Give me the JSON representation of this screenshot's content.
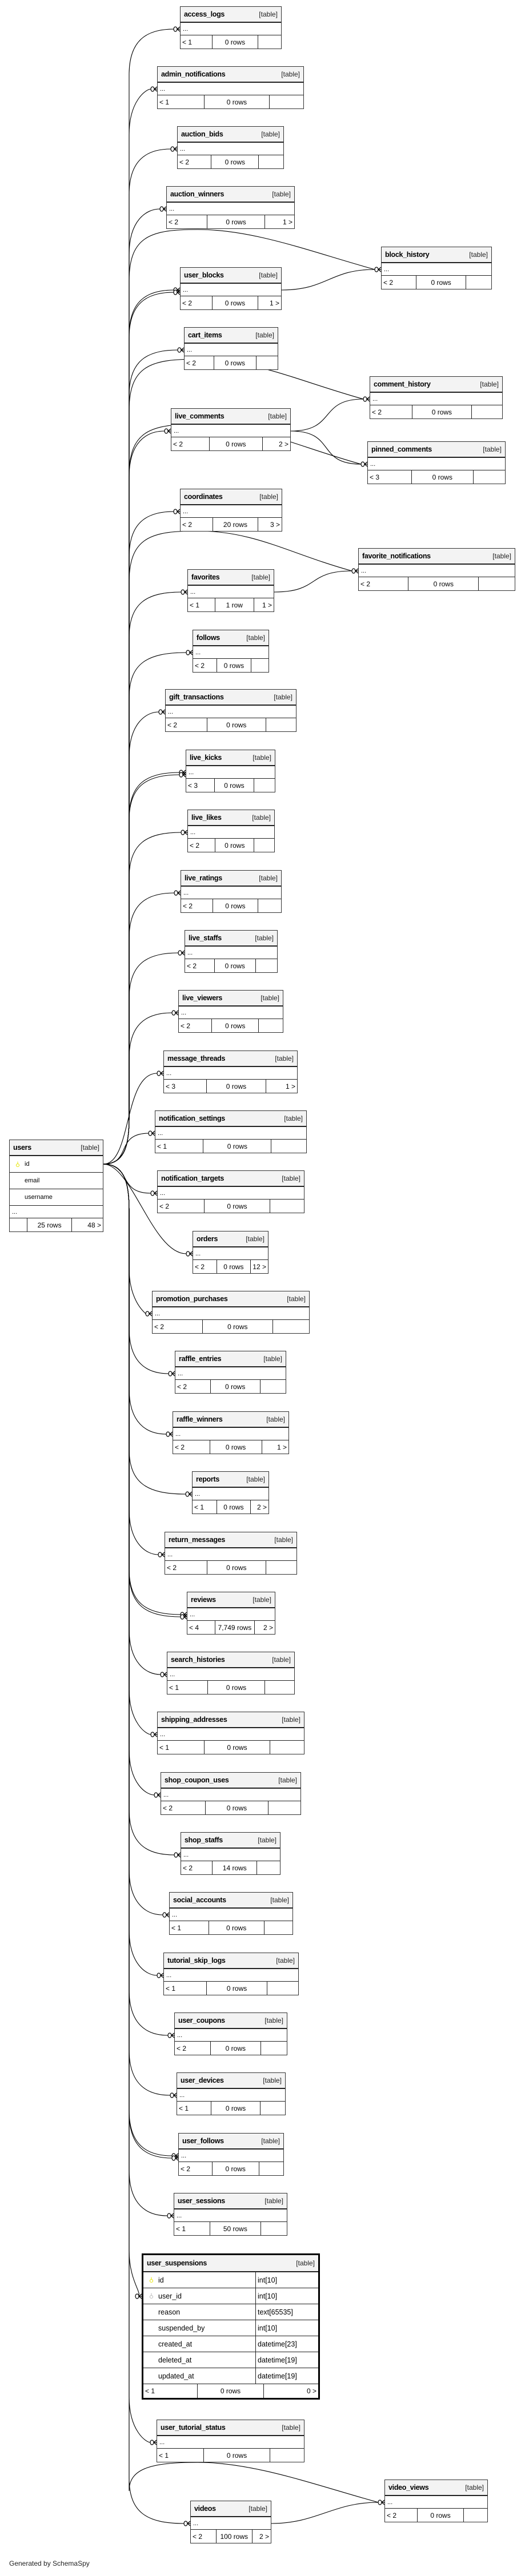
{
  "type_label": "[table]",
  "ellipsis": "...",
  "users": {
    "name": "users",
    "columns": [
      {
        "name": "id",
        "key": "primary"
      },
      {
        "name": "email",
        "key": ""
      },
      {
        "name": "username",
        "key": ""
      }
    ],
    "footer": [
      "",
      "25 rows",
      "48 >"
    ]
  },
  "user_suspensions": {
    "name": "user_suspensions",
    "columns": [
      {
        "name": "id",
        "type": "int[10]",
        "key": "primary"
      },
      {
        "name": "user_id",
        "type": "int[10]",
        "key": "foreign"
      },
      {
        "name": "reason",
        "type": "text[65535]",
        "key": ""
      },
      {
        "name": "suspended_by",
        "type": "int[10]",
        "key": ""
      },
      {
        "name": "created_at",
        "type": "datetime[23]",
        "key": ""
      },
      {
        "name": "deleted_at",
        "type": "datetime[19]",
        "key": ""
      },
      {
        "name": "updated_at",
        "type": "datetime[19]",
        "key": ""
      }
    ],
    "footer": [
      "< 1",
      "0 rows",
      "0 >"
    ]
  },
  "tables": [
    {
      "name": "access_logs",
      "footer": [
        "< 1",
        "0 rows",
        ""
      ]
    },
    {
      "name": "admin_notifications",
      "footer": [
        "< 1",
        "0 rows",
        ""
      ]
    },
    {
      "name": "auction_bids",
      "footer": [
        "< 2",
        "0 rows",
        ""
      ]
    },
    {
      "name": "auction_winners",
      "footer": [
        "< 2",
        "0 rows",
        "1 >"
      ]
    },
    {
      "name": "block_history",
      "footer": [
        "< 2",
        "0 rows",
        ""
      ]
    },
    {
      "name": "user_blocks",
      "footer": [
        "< 2",
        "0 rows",
        "1 >"
      ]
    },
    {
      "name": "cart_items",
      "footer": [
        "< 2",
        "0 rows",
        ""
      ]
    },
    {
      "name": "comment_history",
      "footer": [
        "< 2",
        "0 rows",
        ""
      ]
    },
    {
      "name": "live_comments",
      "footer": [
        "< 2",
        "0 rows",
        "2 >"
      ]
    },
    {
      "name": "pinned_comments",
      "footer": [
        "< 3",
        "0 rows",
        ""
      ]
    },
    {
      "name": "coordinates",
      "footer": [
        "< 2",
        "20 rows",
        "3 >"
      ]
    },
    {
      "name": "favorite_notifications",
      "footer": [
        "< 2",
        "0 rows",
        ""
      ]
    },
    {
      "name": "favorites",
      "footer": [
        "< 1",
        "1 row",
        "1 >"
      ]
    },
    {
      "name": "follows",
      "footer": [
        "< 2",
        "0 rows",
        ""
      ]
    },
    {
      "name": "gift_transactions",
      "footer": [
        "< 2",
        "0 rows",
        ""
      ]
    },
    {
      "name": "live_kicks",
      "footer": [
        "< 3",
        "0 rows",
        ""
      ]
    },
    {
      "name": "live_likes",
      "footer": [
        "< 2",
        "0 rows",
        ""
      ]
    },
    {
      "name": "live_ratings",
      "footer": [
        "< 2",
        "0 rows",
        ""
      ]
    },
    {
      "name": "live_staffs",
      "footer": [
        "< 2",
        "0 rows",
        ""
      ]
    },
    {
      "name": "live_viewers",
      "footer": [
        "< 2",
        "0 rows",
        ""
      ]
    },
    {
      "name": "message_threads",
      "footer": [
        "< 3",
        "0 rows",
        "1 >"
      ]
    },
    {
      "name": "notification_settings",
      "footer": [
        "< 1",
        "0 rows",
        ""
      ]
    },
    {
      "name": "notification_targets",
      "footer": [
        "< 2",
        "0 rows",
        ""
      ]
    },
    {
      "name": "orders",
      "footer": [
        "< 2",
        "0 rows",
        "12 >"
      ]
    },
    {
      "name": "promotion_purchases",
      "footer": [
        "< 2",
        "0 rows",
        ""
      ]
    },
    {
      "name": "raffle_entries",
      "footer": [
        "< 2",
        "0 rows",
        ""
      ]
    },
    {
      "name": "raffle_winners",
      "footer": [
        "< 2",
        "0 rows",
        "1 >"
      ]
    },
    {
      "name": "reports",
      "footer": [
        "< 1",
        "0 rows",
        "2 >"
      ]
    },
    {
      "name": "return_messages",
      "footer": [
        "< 2",
        "0 rows",
        ""
      ]
    },
    {
      "name": "reviews",
      "footer": [
        "< 4",
        "7,749 rows",
        "2 >"
      ]
    },
    {
      "name": "search_histories",
      "footer": [
        "< 1",
        "0 rows",
        ""
      ]
    },
    {
      "name": "shipping_addresses",
      "footer": [
        "< 1",
        "0 rows",
        ""
      ]
    },
    {
      "name": "shop_coupon_uses",
      "footer": [
        "< 2",
        "0 rows",
        ""
      ]
    },
    {
      "name": "shop_staffs",
      "footer": [
        "< 2",
        "14 rows",
        ""
      ]
    },
    {
      "name": "social_accounts",
      "footer": [
        "< 1",
        "0 rows",
        ""
      ]
    },
    {
      "name": "tutorial_skip_logs",
      "footer": [
        "< 1",
        "0 rows",
        ""
      ]
    },
    {
      "name": "user_coupons",
      "footer": [
        "< 2",
        "0 rows",
        ""
      ]
    },
    {
      "name": "user_devices",
      "footer": [
        "< 1",
        "0 rows",
        ""
      ]
    },
    {
      "name": "user_follows",
      "footer": [
        "< 2",
        "0 rows",
        ""
      ]
    },
    {
      "name": "user_sessions",
      "footer": [
        "< 1",
        "50 rows",
        ""
      ]
    },
    {
      "name": "user_tutorial_status",
      "footer": [
        "< 1",
        "0 rows",
        ""
      ]
    },
    {
      "name": "video_views",
      "footer": [
        "< 2",
        "0 rows",
        ""
      ]
    },
    {
      "name": "videos",
      "footer": [
        "< 2",
        "100 rows",
        "2 >"
      ]
    }
  ],
  "credit": "Generated by SchemaSpy",
  "colors": {
    "primary_key": "#e6e600",
    "foreign_key": "#bbbbbb",
    "header_bg": "#f3f3f3"
  }
}
